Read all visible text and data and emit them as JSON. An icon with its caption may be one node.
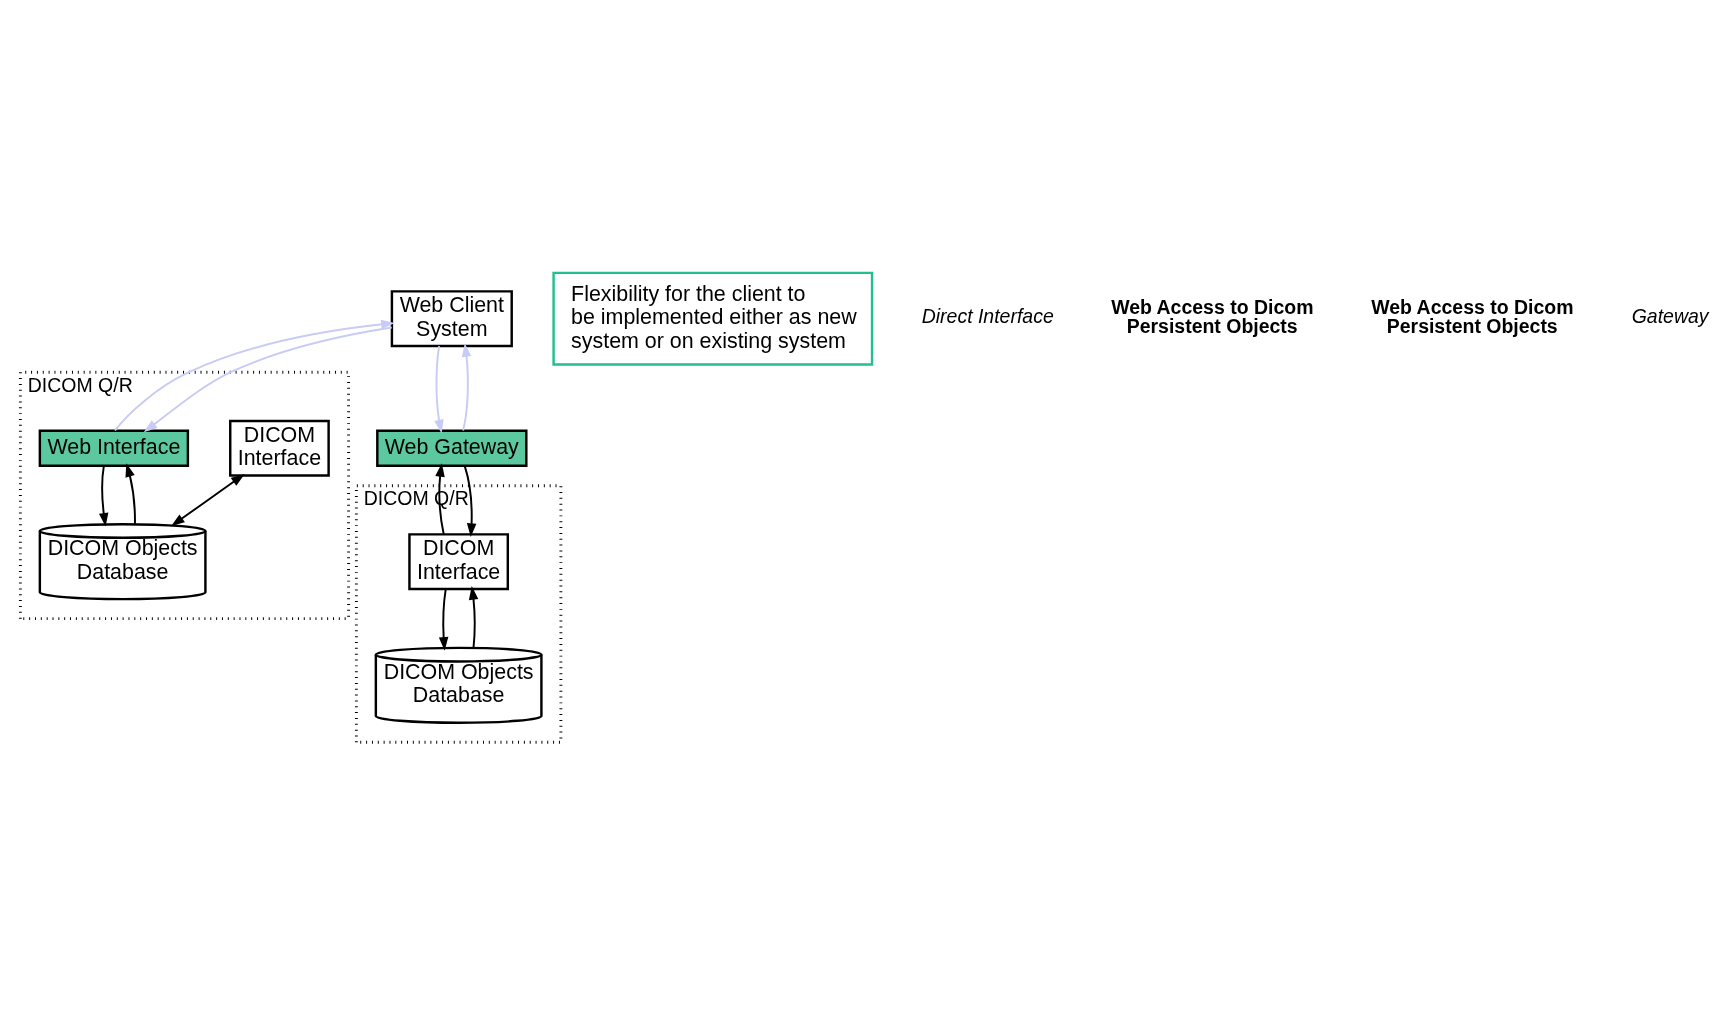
{
  "diagram": {
    "nodes": [
      {
        "text": [
          "Web Client System"
        ]
      },
      {
        "text": [
          "DICOM Q/R"
        ]
      },
      {
        "text": [
          "DICOM Interface"
        ],
        "in": 1
      },
      {
        "text": [
          "Web Interface"
        ],
        "in": 1
      },
      {
        "text": [
          "DICOM Objects Database"
        ],
        "in": 1
      },
      {
        "text": [
          "Web Gateway"
        ]
      },
      {
        "text": [
          "DICOM Q/R"
        ]
      },
      {
        "text": [
          "DICOM Interface"
        ],
        "in": 6
      },
      {
        "text": [
          "DICOM Objects Database"
        ],
        "in": 6
      },
      {
        "text": [
          "Flexibility for the client to be implemented either as new system or on existing system"
        ]
      }
    ],
    "edges": [
      {
        "from": 3,
        "to": 0,
        "arrow": "to",
        "color": "#c8ccf4"
      },
      {
        "from": 0,
        "to": 3,
        "arrow": "to",
        "color": "#c8ccf4"
      },
      {
        "from": 5,
        "to": 0,
        "arrow": "to",
        "color": "#c8ccf4"
      },
      {
        "from": 0,
        "to": 5,
        "arrow": "to",
        "color": "#c8ccf4"
      },
      {
        "from": 2,
        "to": 4,
        "arrow": "both"
      },
      {
        "from": 4,
        "to": 3,
        "arrow": "to"
      },
      {
        "from": 3,
        "to": 4,
        "arrow": "to"
      },
      {
        "from": 7,
        "to": 5,
        "arrow": "to"
      },
      {
        "from": 5,
        "to": 7,
        "arrow": "to"
      },
      {
        "from": 8,
        "to": 7,
        "arrow": "to"
      },
      {
        "from": 7,
        "to": 8,
        "arrow": "to"
      }
    ],
    "labels": [
      "Direct Interface",
      "Web Access to Dicom Persistent Objects",
      "Web Access to Dicom Persistent Objects",
      "Gateway"
    ]
  }
}
